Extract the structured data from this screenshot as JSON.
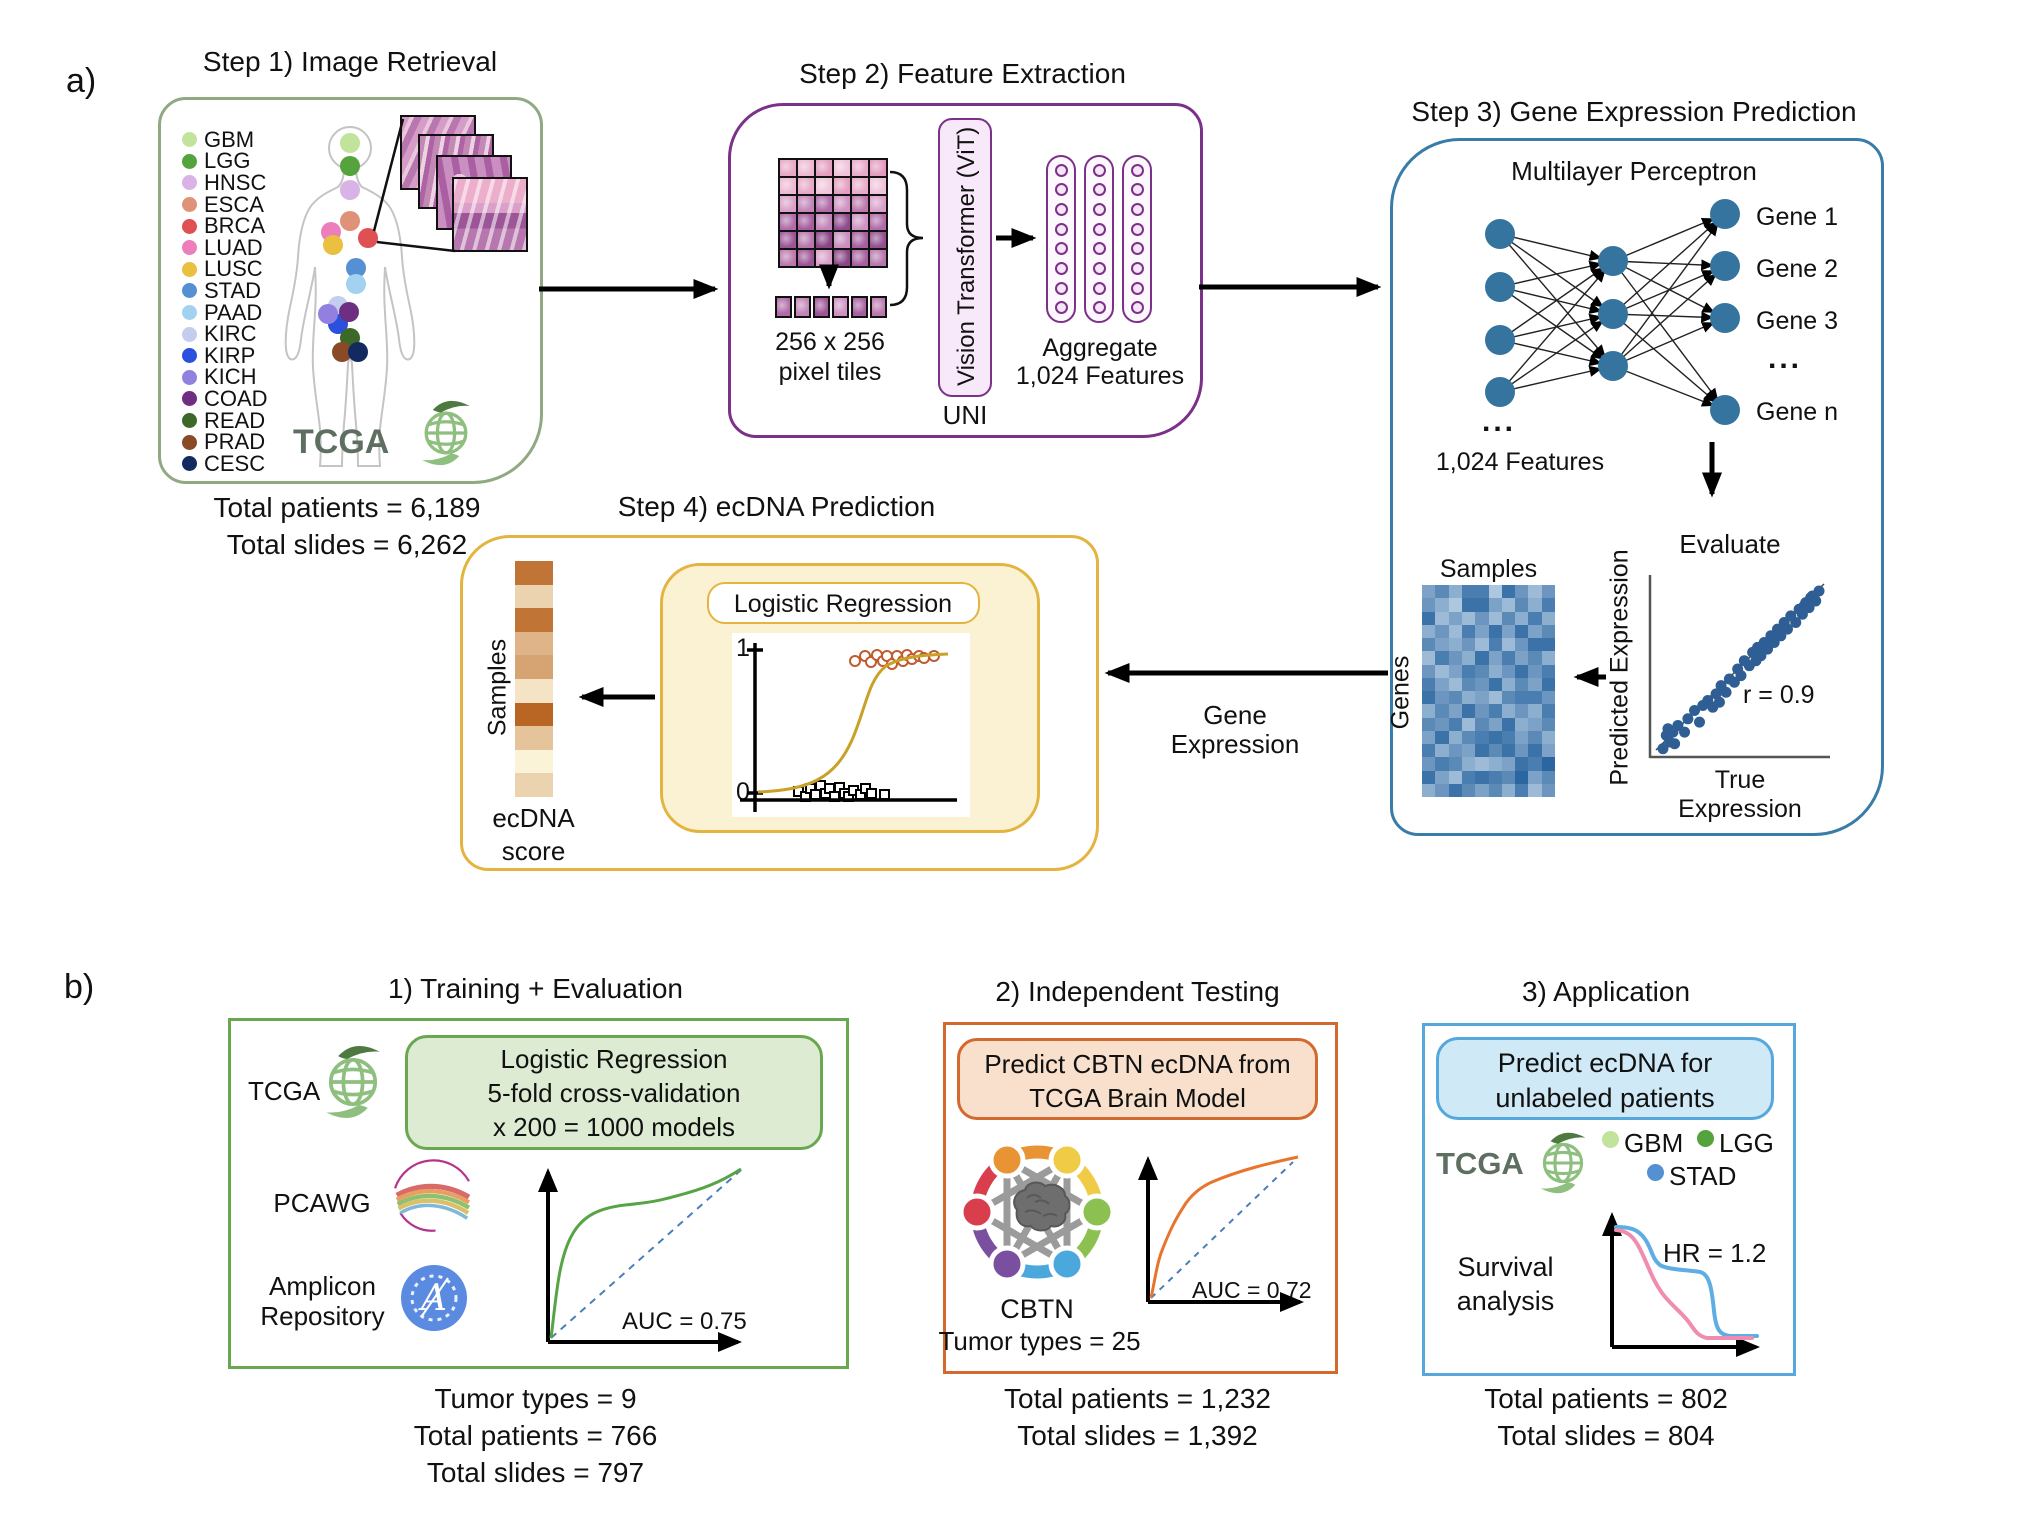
{
  "colors": {
    "step1_border": "#90A983",
    "step2_border": "#7B3187",
    "step3_border": "#3A7CA8",
    "step4_border": "#E3B43F",
    "node_blue": "#35749E",
    "scatter_dot": "#2E5E94",
    "sigmoid": "#C9A128",
    "lr_circle": "#BF5B2D",
    "green_border": "#6AA84F",
    "green_fill": "#DDEBD3",
    "orange_border": "#D2692E",
    "orange_fill": "#F8E0CC",
    "blue_border": "#55A7DC",
    "blue_fill": "#CFE9F7",
    "roc_green": "#56A446",
    "roc_orange": "#E8742E",
    "dashed_blue": "#4A7EBB",
    "km_blue": "#5FAEE3",
    "km_pink": "#F08CAD",
    "tcga_text": "#5E6E60",
    "tcga_green": "#8FBF7F"
  },
  "panel_a": {
    "label": "a)",
    "step1": {
      "title": "Step 1) Image Retrieval",
      "legend": [
        {
          "label": "GBM",
          "color": "#C2E39B"
        },
        {
          "label": "LGG",
          "color": "#55A33D"
        },
        {
          "label": "HNSC",
          "color": "#D9B3E6"
        },
        {
          "label": "ESCA",
          "color": "#DF9277"
        },
        {
          "label": "BRCA",
          "color": "#DF5052"
        },
        {
          "label": "LUAD",
          "color": "#EC7FBB"
        },
        {
          "label": "LUSC",
          "color": "#E9C03F"
        },
        {
          "label": "STAD",
          "color": "#5590D2"
        },
        {
          "label": "PAAD",
          "color": "#A3D2F0"
        },
        {
          "label": "KIRC",
          "color": "#C3CDED"
        },
        {
          "label": "KIRP",
          "color": "#2B50DE"
        },
        {
          "label": "KICH",
          "color": "#9180DF"
        },
        {
          "label": "COAD",
          "color": "#6E2F82"
        },
        {
          "label": "READ",
          "color": "#3C6828"
        },
        {
          "label": "PRAD",
          "color": "#8A4A27"
        },
        {
          "label": "CESC",
          "color": "#132A60"
        }
      ],
      "tcga_label": "TCGA",
      "total_patients": "Total patients = 6,189",
      "total_slides": "Total slides = 6,262"
    },
    "step2": {
      "title": "Step 2) Feature Extraction",
      "tile_label_1": "256 x 256",
      "tile_label_2": "pixel tiles",
      "vit_label": "Vision Transformer (ViT)",
      "uni_label": "UNI",
      "aggregate_label_1": "Aggregate",
      "aggregate_label_2": "1,024 Features"
    },
    "step3": {
      "title": "Step 3) Gene Expression Prediction",
      "mlp_title": "Multilayer Perceptron",
      "gene_labels": [
        "Gene 1",
        "Gene 2",
        "Gene 3",
        "...",
        "Gene n"
      ],
      "input_ellipsis": "...",
      "features_label": "1,024 Features",
      "evaluate_label": "Evaluate",
      "samples_label": "Samples",
      "genes_label": "Genes",
      "scatter": {
        "ylabel": "Predicted Expression",
        "xlabel": "True Expression",
        "annotation": "r = 0.9",
        "points": [
          [
            0.03,
            0.02
          ],
          [
            0.05,
            0.1
          ],
          [
            0.07,
            0.06
          ],
          [
            0.06,
            0.14
          ],
          [
            0.09,
            0.12
          ],
          [
            0.1,
            0.05
          ],
          [
            0.12,
            0.16
          ],
          [
            0.16,
            0.12
          ],
          [
            0.18,
            0.2
          ],
          [
            0.22,
            0.25
          ],
          [
            0.25,
            0.18
          ],
          [
            0.27,
            0.28
          ],
          [
            0.3,
            0.31
          ],
          [
            0.33,
            0.27
          ],
          [
            0.35,
            0.35
          ],
          [
            0.37,
            0.3
          ],
          [
            0.38,
            0.4
          ],
          [
            0.41,
            0.36
          ],
          [
            0.43,
            0.44
          ],
          [
            0.46,
            0.42
          ],
          [
            0.48,
            0.5
          ],
          [
            0.5,
            0.46
          ],
          [
            0.52,
            0.55
          ],
          [
            0.55,
            0.52
          ],
          [
            0.57,
            0.6
          ],
          [
            0.59,
            0.55
          ],
          [
            0.6,
            0.63
          ],
          [
            0.62,
            0.58
          ],
          [
            0.64,
            0.66
          ],
          [
            0.66,
            0.62
          ],
          [
            0.68,
            0.7
          ],
          [
            0.7,
            0.66
          ],
          [
            0.72,
            0.74
          ],
          [
            0.74,
            0.7
          ],
          [
            0.76,
            0.78
          ],
          [
            0.78,
            0.74
          ],
          [
            0.8,
            0.82
          ],
          [
            0.83,
            0.78
          ],
          [
            0.85,
            0.86
          ],
          [
            0.87,
            0.83
          ],
          [
            0.89,
            0.9
          ],
          [
            0.91,
            0.87
          ],
          [
            0.93,
            0.94
          ],
          [
            0.95,
            0.91
          ],
          [
            0.97,
            0.97
          ],
          [
            0.92,
            0.93
          ],
          [
            0.88,
            0.88
          ]
        ]
      },
      "heatmap_rows": [
        "4637718525",
        "5318842637",
        "8242526373",
        "3527484846",
        "6435272588",
        "2753847463",
        "5247635857",
        "7426583648",
        "8563426775",
        "3648573537",
        "6572648346",
        "4836787463",
        "7354868584",
        "5763234879",
        "8427876946",
        "3586463725"
      ]
    },
    "step4": {
      "title": "Step 4) ecDNA Prediction",
      "lr_label": "Logistic Regression",
      "axis_one": "1",
      "axis_zero": "0",
      "samples_label": "Samples",
      "score_label_1": "ecDNA",
      "score_label_2": "score",
      "gene_expression": [
        "Gene",
        "Expression"
      ],
      "strip": [
        8,
        2,
        8,
        4,
        5,
        1,
        9,
        3,
        0,
        2
      ],
      "circles": [
        [
          0.5,
          0.93
        ],
        [
          0.555,
          0.96
        ],
        [
          0.585,
          0.92
        ],
        [
          0.615,
          0.97
        ],
        [
          0.645,
          0.93
        ],
        [
          0.67,
          0.96
        ],
        [
          0.695,
          0.91
        ],
        [
          0.72,
          0.96
        ],
        [
          0.75,
          0.93
        ],
        [
          0.775,
          0.97
        ],
        [
          0.8,
          0.94
        ],
        [
          0.835,
          0.96
        ],
        [
          0.865,
          0.95
        ],
        [
          0.915,
          0.96
        ]
      ],
      "squares": [
        [
          0.2,
          0.06
        ],
        [
          0.235,
          0.03
        ],
        [
          0.265,
          0.08
        ],
        [
          0.29,
          0.04
        ],
        [
          0.315,
          0.1
        ],
        [
          0.34,
          0.05
        ],
        [
          0.365,
          0.08
        ],
        [
          0.39,
          0.03
        ],
        [
          0.415,
          0.09
        ],
        [
          0.44,
          0.05
        ],
        [
          0.465,
          0.03
        ],
        [
          0.49,
          0.07
        ],
        [
          0.525,
          0.04
        ],
        [
          0.555,
          0.08
        ],
        [
          0.585,
          0.05
        ],
        [
          0.65,
          0.04
        ]
      ]
    }
  },
  "panel_b": {
    "label": "b)",
    "sections": [
      {
        "title": "1) Training + Evaluation",
        "source_tcga": "TCGA",
        "source_pcawg": "PCAWG",
        "source_amplicon_1": "Amplicon",
        "source_amplicon_2": "Repository",
        "box_lines": [
          "Logistic Regression",
          "5-fold cross-validation",
          "x 200 = 1000 models"
        ],
        "auc": "AUC = 0.75",
        "stats": [
          "Tumor types = 9",
          "Total patients = 766",
          "Total slides = 797"
        ]
      },
      {
        "title": "2) Independent Testing",
        "box_lines": [
          "Predict CBTN ecDNA from",
          "TCGA Brain Model"
        ],
        "icon_label": "CBTN",
        "sub": "Tumor types = 25",
        "auc": "AUC = 0.72",
        "stats": [
          "Total patients = 1,232",
          "Total slides = 1,392"
        ]
      },
      {
        "title": "3) Application",
        "box_lines": [
          "Predict ecDNA for",
          "unlabeled patients"
        ],
        "tcga_label": "TCGA",
        "legend": [
          {
            "label": "GBM",
            "color": "#C2E39B"
          },
          {
            "label": "LGG",
            "color": "#55A33D"
          },
          {
            "label": "STAD",
            "color": "#5590D2"
          }
        ],
        "survival_label": [
          "Survival",
          "analysis"
        ],
        "hr": "HR = 1.2",
        "stats": [
          "Total patients = 802",
          "Total slides = 804"
        ]
      }
    ]
  }
}
